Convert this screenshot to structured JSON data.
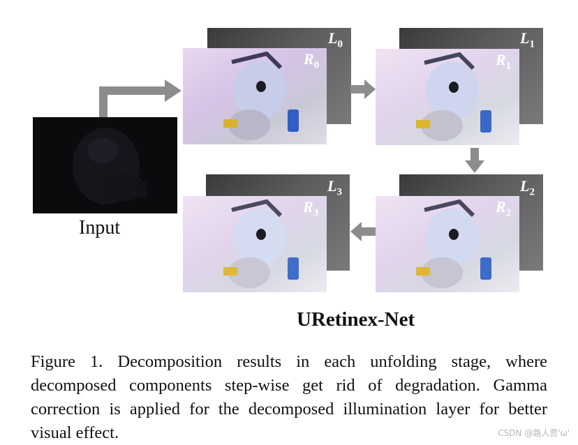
{
  "figure": {
    "input_label": "Input",
    "net_label": "URetinex-Net",
    "stages": [
      {
        "r_letter": "R",
        "r_index": "0",
        "l_letter": "L",
        "l_index": "0"
      },
      {
        "r_letter": "R",
        "r_index": "1",
        "l_letter": "L",
        "l_index": "1"
      },
      {
        "r_letter": "R",
        "r_index": "2",
        "l_letter": "L",
        "l_index": "2"
      },
      {
        "r_letter": "R",
        "r_index": "3",
        "l_letter": "L",
        "l_index": "3"
      }
    ],
    "arrow_color": "#8c8c8c"
  },
  "caption": {
    "text": "Figure 1.  Decomposition results in each unfolding stage, where decomposed components step-wise get rid of degradation. Gamma correction is applied for the decomposed illumination layer for better visual effect."
  },
  "watermark": {
    "text": "CSDN @路人贾'ω'"
  }
}
